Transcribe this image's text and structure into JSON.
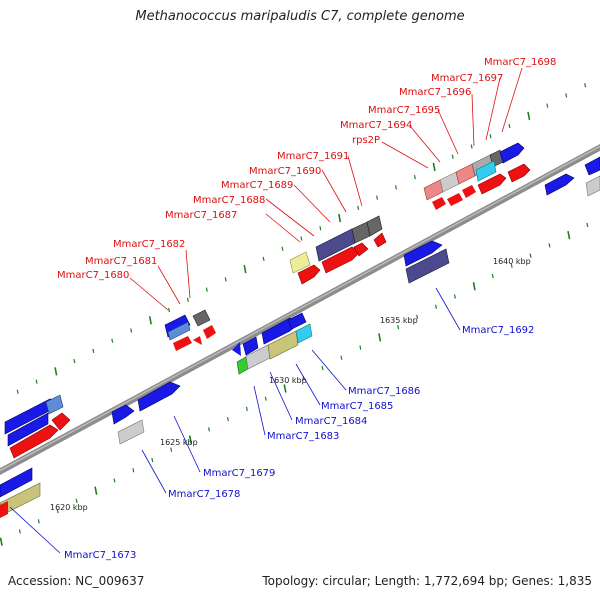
{
  "title": "Methanococcus maripaludis C7, complete genome",
  "footer": {
    "accession": "Accession: NC_009637",
    "summary": "Topology: circular; Length: 1,772,694 bp; Genes: 1,835"
  },
  "colors": {
    "backbone": "#8c8c8c",
    "tick": "#1f7f1f",
    "label_top": "#dd1111",
    "label_bottom": "#1111cc"
  },
  "scale_labels": [
    "1620 kbp",
    "1625 kbp",
    "1630 kbp",
    "1635 kbp",
    "1640 kbp"
  ],
  "top_labels": [
    "MmarC7_1680",
    "MmarC7_1681",
    "MmarC7_1682",
    "MmarC7_1687",
    "MmarC7_1688",
    "MmarC7_1689",
    "MmarC7_1690",
    "MmarC7_1691",
    "rps2P",
    "MmarC7_1694",
    "MmarC7_1695",
    "MmarC7_1696",
    "MmarC7_1697",
    "MmarC7_1698"
  ],
  "bottom_labels": [
    "MmarC7_1673",
    "MmarC7_1678",
    "MmarC7_1679",
    "MmarC7_1683",
    "MmarC7_1684",
    "MmarC7_1685",
    "MmarC7_1686",
    "MmarC7_1692"
  ],
  "legend_colors": [
    "red",
    "blue",
    "dark-slate",
    "khaki",
    "grey",
    "light-grey",
    "pink",
    "cyan",
    "green"
  ]
}
